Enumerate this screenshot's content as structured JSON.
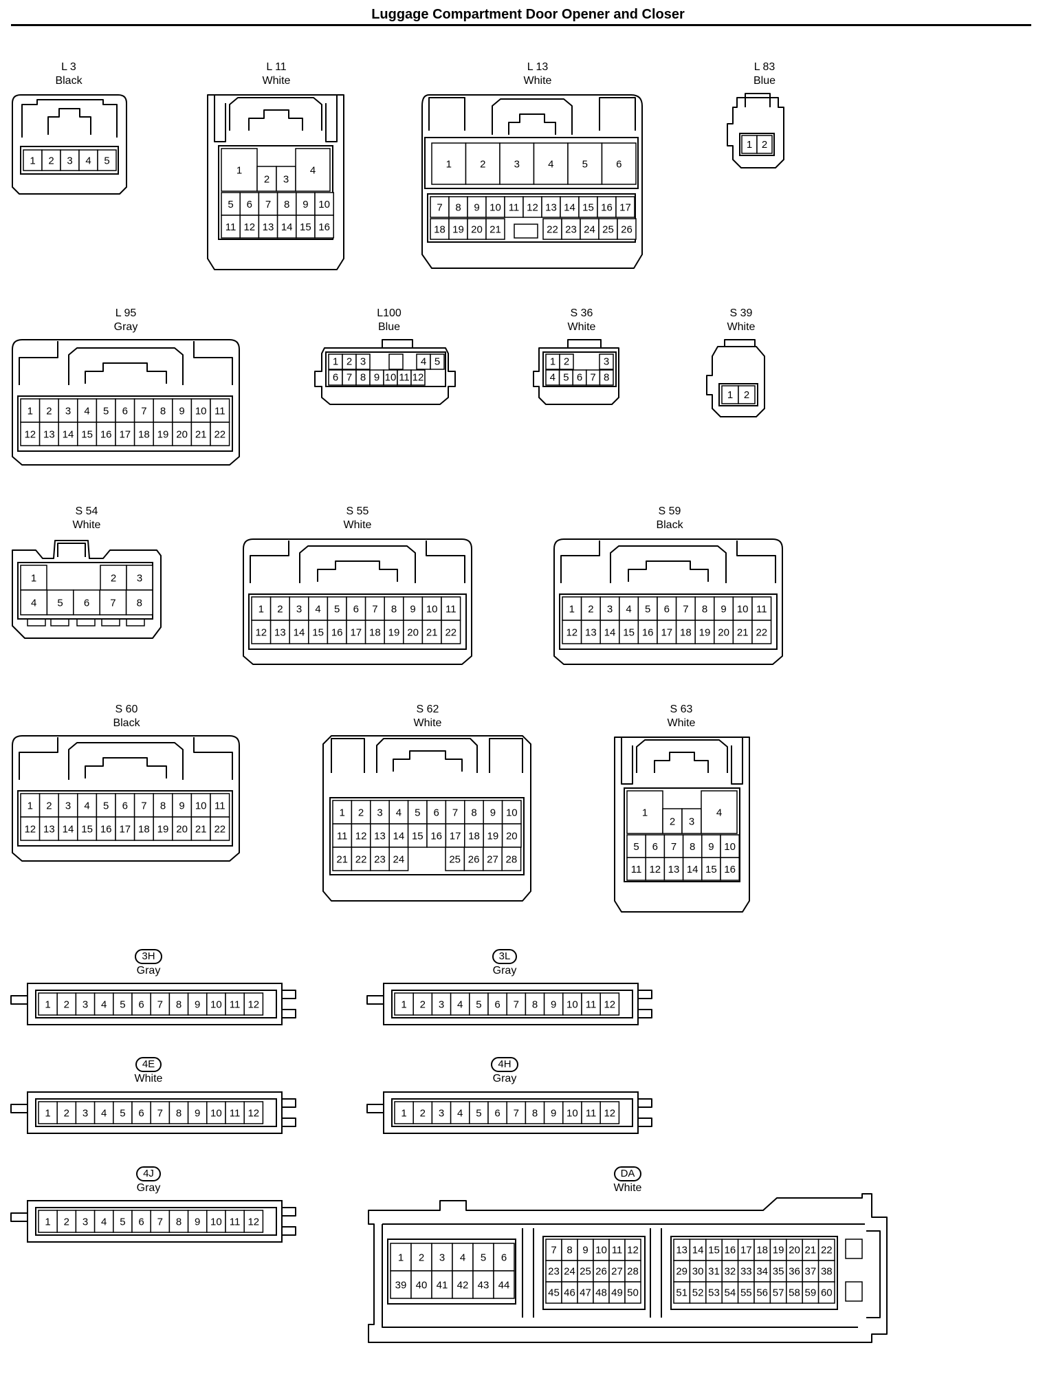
{
  "page": {
    "title": "Luggage Compartment Door Opener and Closer"
  },
  "connectors": [
    {
      "code": "L 3",
      "color": "Black",
      "circled": false
    },
    {
      "code": "L 11",
      "color": "White",
      "circled": false
    },
    {
      "code": "L 13",
      "color": "White",
      "circled": false
    },
    {
      "code": "L 83",
      "color": "Blue",
      "circled": false
    },
    {
      "code": "L 95",
      "color": "Gray",
      "circled": false
    },
    {
      "code": "L100",
      "color": "Blue",
      "circled": false
    },
    {
      "code": "S 36",
      "color": "White",
      "circled": false
    },
    {
      "code": "S 39",
      "color": "White",
      "circled": false
    },
    {
      "code": "S 54",
      "color": "White",
      "circled": false
    },
    {
      "code": "S 55",
      "color": "White",
      "circled": false
    },
    {
      "code": "S 59",
      "color": "Black",
      "circled": false
    },
    {
      "code": "S 60",
      "color": "Black",
      "circled": false
    },
    {
      "code": "S 62",
      "color": "White",
      "circled": false
    },
    {
      "code": "S 63",
      "color": "White",
      "circled": false
    },
    {
      "code": "3H",
      "color": "Gray",
      "circled": true
    },
    {
      "code": "3L",
      "color": "Gray",
      "circled": true
    },
    {
      "code": "4E",
      "color": "White",
      "circled": true
    },
    {
      "code": "4H",
      "color": "Gray",
      "circled": true
    },
    {
      "code": "4J",
      "color": "Gray",
      "circled": true
    },
    {
      "code": "DA",
      "color": "White",
      "circled": true
    }
  ]
}
